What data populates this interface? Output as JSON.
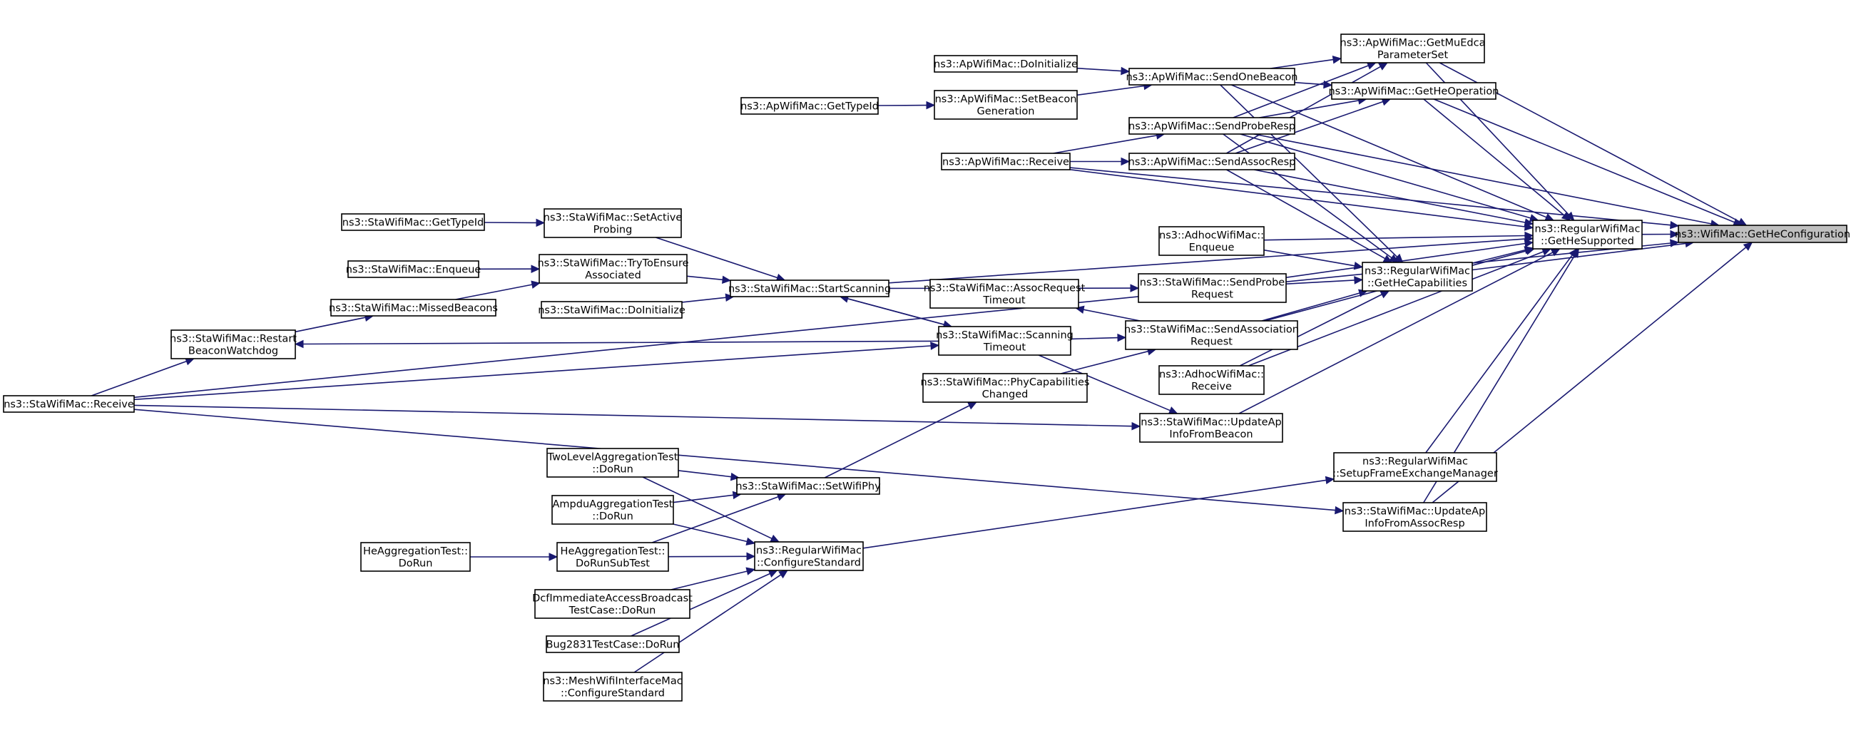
{
  "nodes": [
    {
      "id": "root",
      "lines": [
        "ns3::WifiMac::GetHeConfiguration"
      ],
      "root": true
    },
    {
      "id": "regHeSupported",
      "lines": [
        "ns3::RegularWifiMac",
        "::GetHeSupported"
      ]
    },
    {
      "id": "muEdca",
      "lines": [
        "ns3::ApWifiMac::GetMuEdca",
        "ParameterSet"
      ]
    },
    {
      "id": "heOperation",
      "lines": [
        "ns3::ApWifiMac::GetHeOperation"
      ]
    },
    {
      "id": "regHeCap",
      "lines": [
        "ns3::RegularWifiMac",
        "::GetHeCapabilities"
      ]
    },
    {
      "id": "setupFEM",
      "lines": [
        "ns3::RegularWifiMac",
        "::SetupFrameExchangeManager"
      ]
    },
    {
      "id": "updApAssoc",
      "lines": [
        "ns3::StaWifiMac::UpdateAp",
        "InfoFromAssocResp"
      ]
    },
    {
      "id": "sendOneBeacon",
      "lines": [
        "ns3::ApWifiMac::SendOneBeacon"
      ]
    },
    {
      "id": "sendProbeResp",
      "lines": [
        "ns3::ApWifiMac::SendProbeResp"
      ]
    },
    {
      "id": "sendAssocResp",
      "lines": [
        "ns3::ApWifiMac::SendAssocResp"
      ]
    },
    {
      "id": "adhocEnqueue",
      "lines": [
        "ns3::AdhocWifiMac::",
        "Enqueue"
      ]
    },
    {
      "id": "sendProbeReq",
      "lines": [
        "ns3::StaWifiMac::SendProbe",
        "Request"
      ]
    },
    {
      "id": "sendAssocReq",
      "lines": [
        "ns3::StaWifiMac::SendAssociation",
        "Request"
      ]
    },
    {
      "id": "adhocReceive",
      "lines": [
        "ns3::AdhocWifiMac::",
        "Receive"
      ]
    },
    {
      "id": "updApBeacon",
      "lines": [
        "ns3::StaWifiMac::UpdateAp",
        "InfoFromBeacon"
      ]
    },
    {
      "id": "apDoInit",
      "lines": [
        "ns3::ApWifiMac::DoInitialize"
      ]
    },
    {
      "id": "setBeaconGen",
      "lines": [
        "ns3::ApWifiMac::SetBeacon",
        "Generation"
      ]
    },
    {
      "id": "apGetTypeId",
      "lines": [
        "ns3::ApWifiMac::GetTypeId"
      ]
    },
    {
      "id": "apReceive",
      "lines": [
        "ns3::ApWifiMac::Receive"
      ]
    },
    {
      "id": "assocReqTimeout",
      "lines": [
        "ns3::StaWifiMac::AssocRequest",
        "Timeout"
      ]
    },
    {
      "id": "scanTimeout",
      "lines": [
        "ns3::StaWifiMac::Scanning",
        "Timeout"
      ]
    },
    {
      "id": "startScanning",
      "lines": [
        "ns3::StaWifiMac::StartScanning"
      ]
    },
    {
      "id": "phyCapChanged",
      "lines": [
        "ns3::StaWifiMac::PhyCapabilities",
        "Changed"
      ]
    },
    {
      "id": "setActiveProbing",
      "lines": [
        "ns3::StaWifiMac::SetActive",
        "Probing"
      ]
    },
    {
      "id": "tryEnsure",
      "lines": [
        "ns3::StaWifiMac::TryToEnsure",
        "Associated"
      ]
    },
    {
      "id": "staDoInit",
      "lines": [
        "ns3::StaWifiMac::DoInitialize"
      ]
    },
    {
      "id": "staGetTypeId",
      "lines": [
        "ns3::StaWifiMac::GetTypeId"
      ]
    },
    {
      "id": "staEnqueue",
      "lines": [
        "ns3::StaWifiMac::Enqueue"
      ]
    },
    {
      "id": "missedBeacons",
      "lines": [
        "ns3::StaWifiMac::MissedBeacons"
      ]
    },
    {
      "id": "restartWatchdog",
      "lines": [
        "ns3::StaWifiMac::Restart",
        "BeaconWatchdog"
      ]
    },
    {
      "id": "staReceive",
      "lines": [
        "ns3::StaWifiMac::Receive"
      ]
    },
    {
      "id": "setWifiPhy",
      "lines": [
        "ns3::StaWifiMac::SetWifiPhy"
      ]
    },
    {
      "id": "configStd",
      "lines": [
        "ns3::RegularWifiMac",
        "::ConfigureStandard"
      ]
    },
    {
      "id": "twoLevelAgg",
      "lines": [
        "TwoLevelAggregationTest",
        "::DoRun"
      ]
    },
    {
      "id": "ampduAgg",
      "lines": [
        "AmpduAggregationTest",
        "::DoRun"
      ]
    },
    {
      "id": "heAggSub",
      "lines": [
        "HeAggregationTest::",
        "DoRunSubTest"
      ]
    },
    {
      "id": "heAggRun",
      "lines": [
        "HeAggregationTest::",
        "DoRun"
      ]
    },
    {
      "id": "dcfImm",
      "lines": [
        "DcfImmediateAccessBroadcast",
        "TestCase::DoRun"
      ]
    },
    {
      "id": "bug2831",
      "lines": [
        "Bug2831TestCase::DoRun"
      ]
    },
    {
      "id": "meshConfig",
      "lines": [
        "ns3::MeshWifiInterfaceMac",
        "::ConfigureStandard"
      ]
    }
  ],
  "edges": [
    [
      "regHeSupported",
      "root"
    ],
    [
      "muEdca",
      "root"
    ],
    [
      "heOperation",
      "root"
    ],
    [
      "regHeCap",
      "root"
    ],
    [
      "apReceive",
      "root"
    ],
    [
      "staReceive",
      "root"
    ],
    [
      "updApAssoc",
      "root"
    ],
    [
      "sendProbeResp",
      "root"
    ],
    [
      "setupFEM",
      "regHeSupported"
    ],
    [
      "updApAssoc",
      "regHeSupported"
    ],
    [
      "muEdca",
      "regHeSupported"
    ],
    [
      "heOperation",
      "regHeSupported"
    ],
    [
      "regHeCap",
      "regHeSupported"
    ],
    [
      "sendOneBeacon",
      "regHeSupported"
    ],
    [
      "sendProbeResp",
      "regHeSupported"
    ],
    [
      "sendAssocResp",
      "regHeSupported"
    ],
    [
      "adhocEnqueue",
      "regHeSupported"
    ],
    [
      "sendProbeReq",
      "regHeSupported"
    ],
    [
      "sendAssocReq",
      "regHeSupported"
    ],
    [
      "adhocReceive",
      "regHeSupported"
    ],
    [
      "updApBeacon",
      "regHeSupported"
    ],
    [
      "apReceive",
      "regHeSupported"
    ],
    [
      "startScanning",
      "regHeSupported"
    ],
    [
      "sendOneBeacon",
      "muEdca"
    ],
    [
      "sendProbeResp",
      "muEdca"
    ],
    [
      "sendAssocResp",
      "muEdca"
    ],
    [
      "sendOneBeacon",
      "heOperation"
    ],
    [
      "sendProbeResp",
      "heOperation"
    ],
    [
      "sendAssocResp",
      "heOperation"
    ],
    [
      "sendOneBeacon",
      "regHeCap"
    ],
    [
      "sendProbeResp",
      "regHeCap"
    ],
    [
      "sendAssocResp",
      "regHeCap"
    ],
    [
      "adhocEnqueue",
      "regHeCap"
    ],
    [
      "sendProbeReq",
      "regHeCap"
    ],
    [
      "sendAssocReq",
      "regHeCap"
    ],
    [
      "adhocReceive",
      "regHeCap"
    ],
    [
      "configStd",
      "setupFEM"
    ],
    [
      "staReceive",
      "updApAssoc"
    ],
    [
      "apDoInit",
      "sendOneBeacon"
    ],
    [
      "setBeaconGen",
      "sendOneBeacon"
    ],
    [
      "apGetTypeId",
      "setBeaconGen"
    ],
    [
      "apReceive",
      "sendProbeResp"
    ],
    [
      "apReceive",
      "sendAssocResp"
    ],
    [
      "startScanning",
      "sendProbeReq"
    ],
    [
      "scanTimeout",
      "sendAssocReq"
    ],
    [
      "phyCapChanged",
      "sendAssocReq"
    ],
    [
      "sendAssocReq",
      "assocReqTimeout"
    ],
    [
      "scanTimeout",
      "updApBeacon"
    ],
    [
      "staReceive",
      "updApBeacon"
    ],
    [
      "scanTimeout",
      "startScanning"
    ],
    [
      "startScanning",
      "scanTimeout"
    ],
    [
      "setActiveProbing",
      "startScanning"
    ],
    [
      "tryEnsure",
      "startScanning"
    ],
    [
      "staDoInit",
      "startScanning"
    ],
    [
      "staGetTypeId",
      "setActiveProbing"
    ],
    [
      "staEnqueue",
      "tryEnsure"
    ],
    [
      "missedBeacons",
      "tryEnsure"
    ],
    [
      "restartWatchdog",
      "missedBeacons"
    ],
    [
      "scanTimeout",
      "restartWatchdog"
    ],
    [
      "staReceive",
      "restartWatchdog"
    ],
    [
      "staReceive",
      "scanTimeout"
    ],
    [
      "setWifiPhy",
      "phyCapChanged"
    ],
    [
      "twoLevelAgg",
      "setWifiPhy"
    ],
    [
      "ampduAgg",
      "setWifiPhy"
    ],
    [
      "heAggSub",
      "setWifiPhy"
    ],
    [
      "twoLevelAgg",
      "configStd"
    ],
    [
      "ampduAgg",
      "configStd"
    ],
    [
      "heAggSub",
      "configStd"
    ],
    [
      "dcfImm",
      "configStd"
    ],
    [
      "bug2831",
      "configStd"
    ],
    [
      "meshConfig",
      "configStd"
    ],
    [
      "heAggRun",
      "heAggSub"
    ]
  ]
}
